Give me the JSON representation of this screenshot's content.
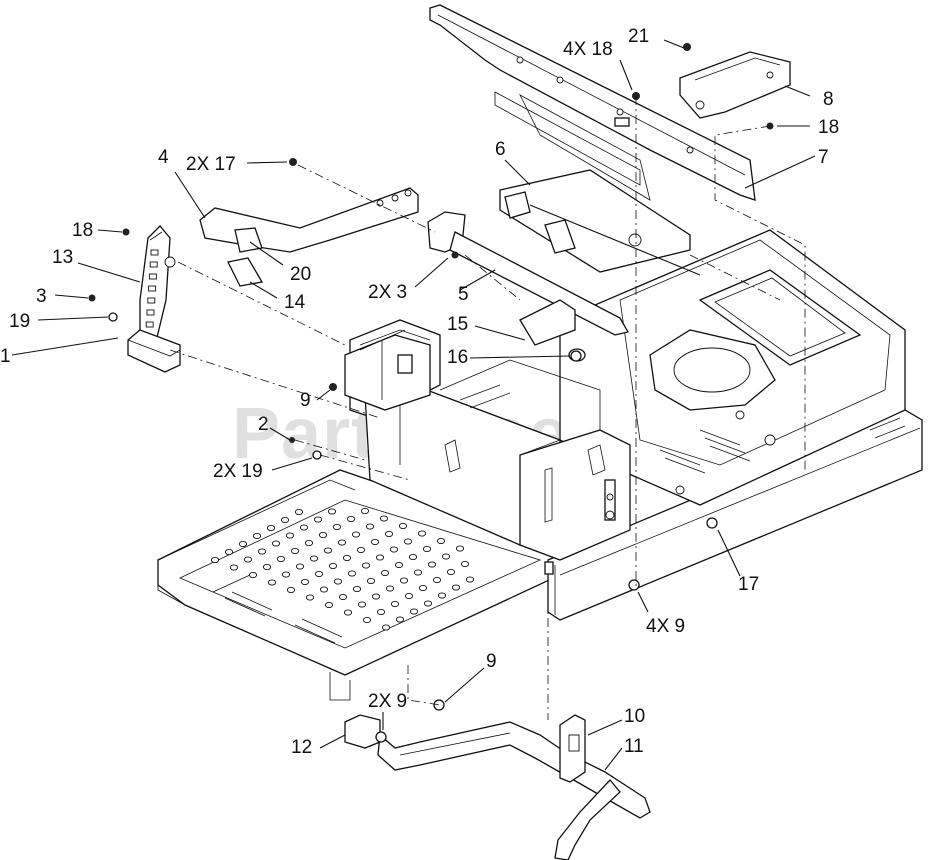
{
  "watermark": "PartsTree",
  "callouts": [
    {
      "id": "c-4",
      "text": "4"
    },
    {
      "id": "c-2x17",
      "text": "2X 17"
    },
    {
      "id": "c-18a",
      "text": "18"
    },
    {
      "id": "c-13",
      "text": "13"
    },
    {
      "id": "c-3",
      "text": "3"
    },
    {
      "id": "c-19",
      "text": "19"
    },
    {
      "id": "c-1",
      "text": "1"
    },
    {
      "id": "c-20",
      "text": "20"
    },
    {
      "id": "c-14",
      "text": "14"
    },
    {
      "id": "c-2x3",
      "text": "2X 3"
    },
    {
      "id": "c-5",
      "text": "5"
    },
    {
      "id": "c-6",
      "text": "6"
    },
    {
      "id": "c-4x18",
      "text": "4X 18"
    },
    {
      "id": "c-21",
      "text": "21"
    },
    {
      "id": "c-8",
      "text": "8"
    },
    {
      "id": "c-18b",
      "text": "18"
    },
    {
      "id": "c-7",
      "text": "7"
    },
    {
      "id": "c-15",
      "text": "15"
    },
    {
      "id": "c-16",
      "text": "16"
    },
    {
      "id": "c-9a",
      "text": "9"
    },
    {
      "id": "c-2",
      "text": "2"
    },
    {
      "id": "c-2x19",
      "text": "2X 19"
    },
    {
      "id": "c-17",
      "text": "17"
    },
    {
      "id": "c-4x9",
      "text": "4X 9"
    },
    {
      "id": "c-9b",
      "text": "9"
    },
    {
      "id": "c-2x9",
      "text": "2X 9"
    },
    {
      "id": "c-12",
      "text": "12"
    },
    {
      "id": "c-10",
      "text": "10"
    },
    {
      "id": "c-11",
      "text": "11"
    }
  ]
}
